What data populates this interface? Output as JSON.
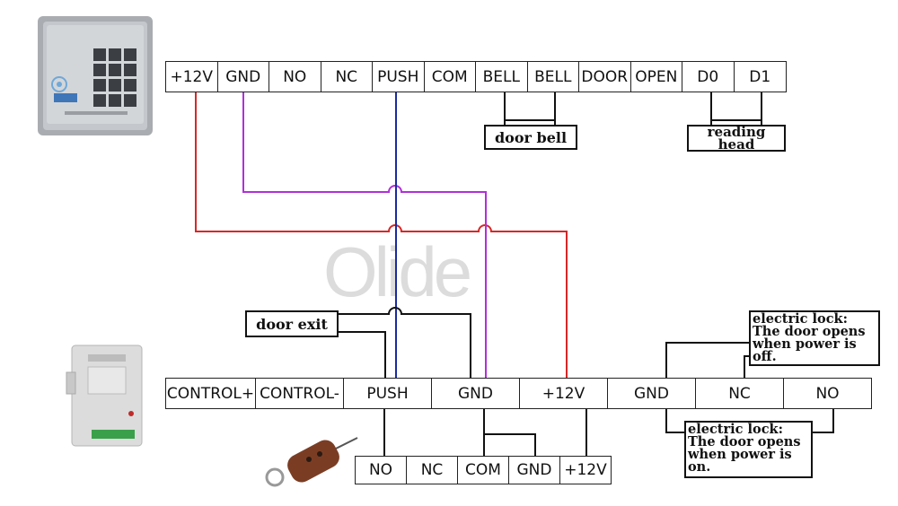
{
  "top_terminals": [
    "+12V",
    "GND",
    "NO",
    "NC",
    "PUSH",
    "COM",
    "BELL",
    "BELL",
    "DOOR",
    "OPEN",
    "D0",
    "D1"
  ],
  "bottom_terminals": [
    "CONTROL+",
    "CONTROL-",
    "PUSH",
    "GND",
    "+12V",
    "GND",
    "NC",
    "NO"
  ],
  "remote_terminals": [
    "NO",
    "NC",
    "COM",
    "GND",
    "+12V"
  ],
  "labels": {
    "door_bell": "door bell",
    "reading_head": "reading head",
    "door_exit": "door exit",
    "lock_power_off": "electric lock: The door opens when power is off.",
    "lock_power_on": "electric lock: The door opens when power is on."
  },
  "watermark": "Olide",
  "colors": {
    "red_wire": "#d62828",
    "purple_wire": "#b030d8",
    "blue_wire": "#1a2aa0",
    "black_wire": "#111111"
  }
}
